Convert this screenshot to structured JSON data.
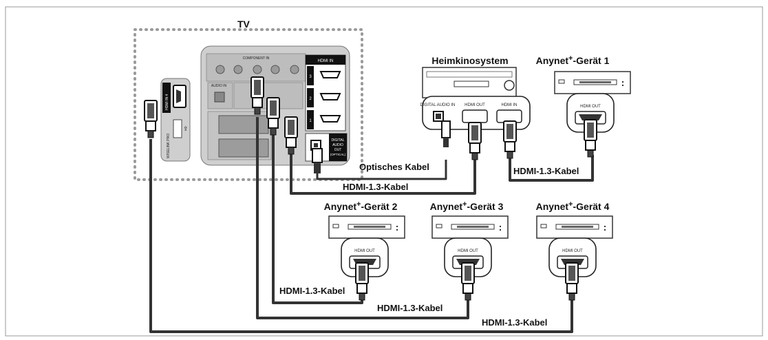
{
  "tv_label": "TV",
  "panel": {
    "component_in": "COMPONENT IN",
    "hdmi_in": "HDMI IN",
    "hdmi_num_1": "1",
    "hdmi_num_2": "2",
    "hdmi_num_3": "3",
    "audio_in": "AUDIO IN",
    "digital_audio_out": [
      "DIGITAL",
      "AUDIO",
      "OUT",
      "(OPTICAL)"
    ],
    "side_hdmi": "HDMI IN 4",
    "wiselink": "WISELINK PRO"
  },
  "home_theater": {
    "title": "Heimkinosystem",
    "port_digital_audio_in": "DIGITAL AUDIO IN",
    "port_hdmi_out": "HDMI OUT",
    "port_hdmi_in": "HDMI IN"
  },
  "devices": [
    {
      "name": "Anynet",
      "sup": "+",
      "suffix": "-Gerät 1",
      "port": "HDMI OUT"
    },
    {
      "name": "Anynet",
      "sup": "+",
      "suffix": "-Gerät 2",
      "port": "HDMI OUT"
    },
    {
      "name": "Anynet",
      "sup": "+",
      "suffix": "-Gerät 3",
      "port": "HDMI OUT"
    },
    {
      "name": "Anynet",
      "sup": "+",
      "suffix": "-Gerät 4",
      "port": "HDMI OUT"
    }
  ],
  "cables": {
    "optical": "Optisches Kabel",
    "hdmi_a": "HDMI-1.3-Kabel",
    "hdmi_b": "HDMI-1.3-Kabel",
    "hdmi_c": "HDMI-1.3-Kabel",
    "hdmi_d": "HDMI-1.3-Kabel",
    "hdmi_e": "HDMI-1.3-Kabel"
  }
}
